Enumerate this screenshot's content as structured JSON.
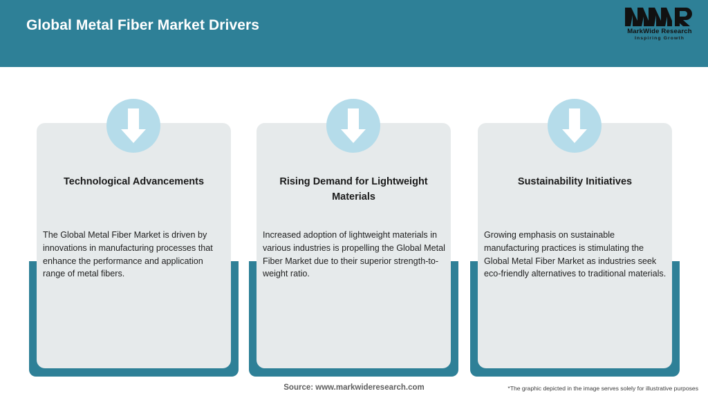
{
  "header": {
    "title": "Global Metal Fiber Market Drivers",
    "band_color": "#2e8097"
  },
  "logo": {
    "mark_text": "MWR",
    "company_name": "MarkWide Research",
    "tagline": "Inspiring Growth"
  },
  "cards": [
    {
      "icon": "down-arrow-icon",
      "heading": "Technological Advancements",
      "body": "The Global Metal Fiber Market is driven by innovations in manufacturing processes that enhance the performance and application range of metal fibers."
    },
    {
      "icon": "down-arrow-icon",
      "heading": "Rising Demand for Lightweight Materials",
      "body": "Increased adoption of lightweight materials in various industries is propelling the Global Metal Fiber Market due to their superior strength-to-weight ratio."
    },
    {
      "icon": "down-arrow-icon",
      "heading": "Sustainability Initiatives",
      "body": "Growing emphasis on sustainable manufacturing practices is stimulating the Global Metal Fiber Market as industries seek eco-friendly alternatives to traditional materials."
    }
  ],
  "footer": {
    "source": "Source: www.markwideresearch.com",
    "disclaimer": "*The graphic depicted in the image serves solely for illustrative purposes"
  },
  "colors": {
    "accent_teal": "#2e8097",
    "card_fill": "#e6eaeb",
    "circle_fill": "#b5dcea",
    "arrow_fill": "#ffffff"
  }
}
